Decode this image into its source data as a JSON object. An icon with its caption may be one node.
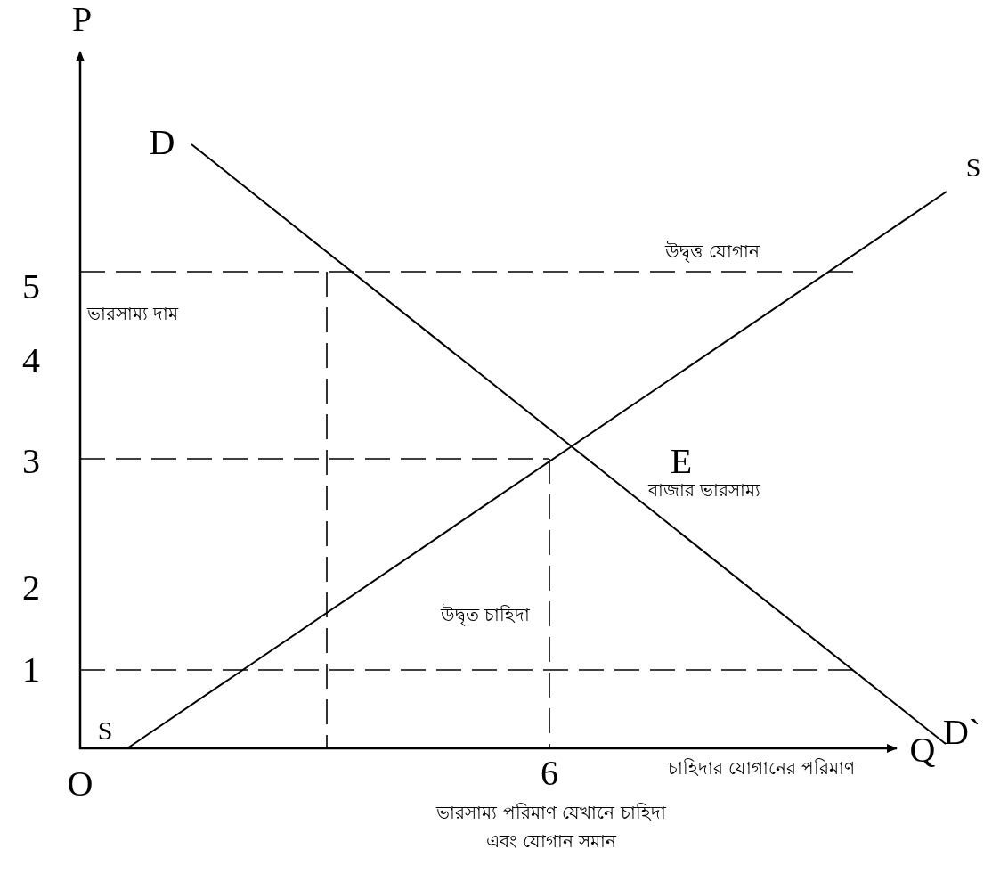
{
  "diagram": {
    "labels": [
      "P",
      "D",
      "S",
      "উদ্বৃত্ত যোগান",
      "5",
      "ভারসাম্য দাম",
      "4",
      "3",
      "E",
      "বাজার ভারসাম্য",
      "2",
      "উদ্বৃত চাহিদা",
      "1",
      "D`",
      "S",
      "Q",
      "চাহিদার যোগানের পরিমাণ",
      "O",
      "6",
      "ভারসাম্য পরিমাণ যেখানে চাহিদা এবং যোগান সমান"
    ]
  }
}
